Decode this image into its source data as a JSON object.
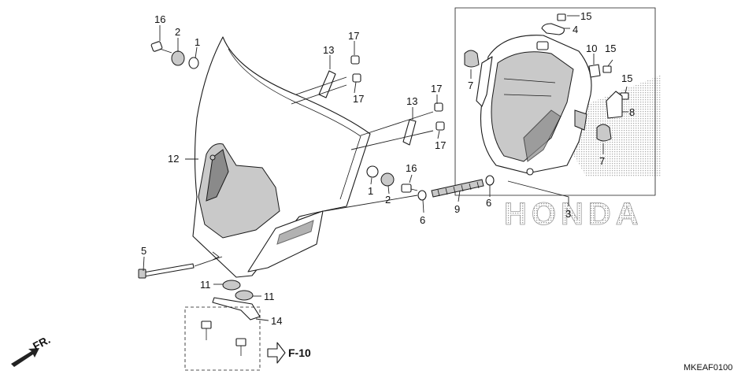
{
  "callouts": {
    "c16a": "16",
    "c2a": "2",
    "c1a": "1",
    "c17a": "17",
    "c13a": "13",
    "c17b": "17",
    "c12": "12",
    "c13b": "13",
    "c17c": "17",
    "c17d": "17",
    "c1b": "1",
    "c16b": "16",
    "c2b": "2",
    "c6a": "6",
    "c9": "9",
    "c6b": "6",
    "c3": "3",
    "c15a": "15",
    "c4": "4",
    "c7a": "7",
    "c10": "10",
    "c15b": "15",
    "c15c": "15",
    "c8": "8",
    "c7b": "7",
    "c5": "5",
    "c11a": "11",
    "c11b": "11",
    "c14": "14"
  },
  "reference": "F-10",
  "direction": "FR.",
  "watermark": "HONDA",
  "diagram_code": "MKEAF0100"
}
